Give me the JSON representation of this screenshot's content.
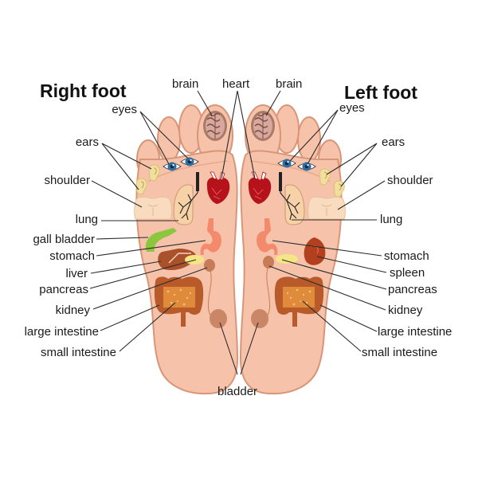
{
  "titles": {
    "right_foot": "Right foot",
    "left_foot": "Left foot"
  },
  "top_labels": {
    "brain_right": "brain",
    "heart": "heart",
    "brain_left": "brain"
  },
  "right_labels": {
    "eyes": "eyes",
    "ears": "ears",
    "shoulder": "shoulder",
    "lung": "lung",
    "gall_bladder": "gall bladder",
    "stomach": "stomach",
    "liver": "liver",
    "pancreas": "pancreas",
    "kidney": "kidney",
    "large_intestine": "large intestine",
    "small_intestine": "small intestine"
  },
  "left_labels": {
    "eyes": "eyes",
    "ears": "ears",
    "shoulder": "shoulder",
    "lung": "lung",
    "stomach": "stomach",
    "spleen": "spleen",
    "pancreas": "pancreas",
    "kidney": "kidney",
    "large_intestine": "large intestine",
    "small_intestine": "small intestine"
  },
  "bottom_label": {
    "bladder": "bladder"
  },
  "colors": {
    "skin": "#f6c3aa",
    "skin_outline": "#d99577",
    "heart": "#b5121b",
    "eye_iris": "#2f6fa3",
    "ear": "#f2dfa0",
    "shoulder": "#f9dcc0",
    "lung": "#f7d2a8",
    "gall_bladder": "#8cc63f",
    "stomach": "#f28a6b",
    "liver": "#a9512a",
    "spleen": "#b2401f",
    "pancreas": "#f4e684",
    "kidney": "#c67d57",
    "large_intestine": "#b85a2a",
    "small_intestine": "#e08a3c",
    "bladder": "#c98767",
    "brain": "#a97b66"
  }
}
